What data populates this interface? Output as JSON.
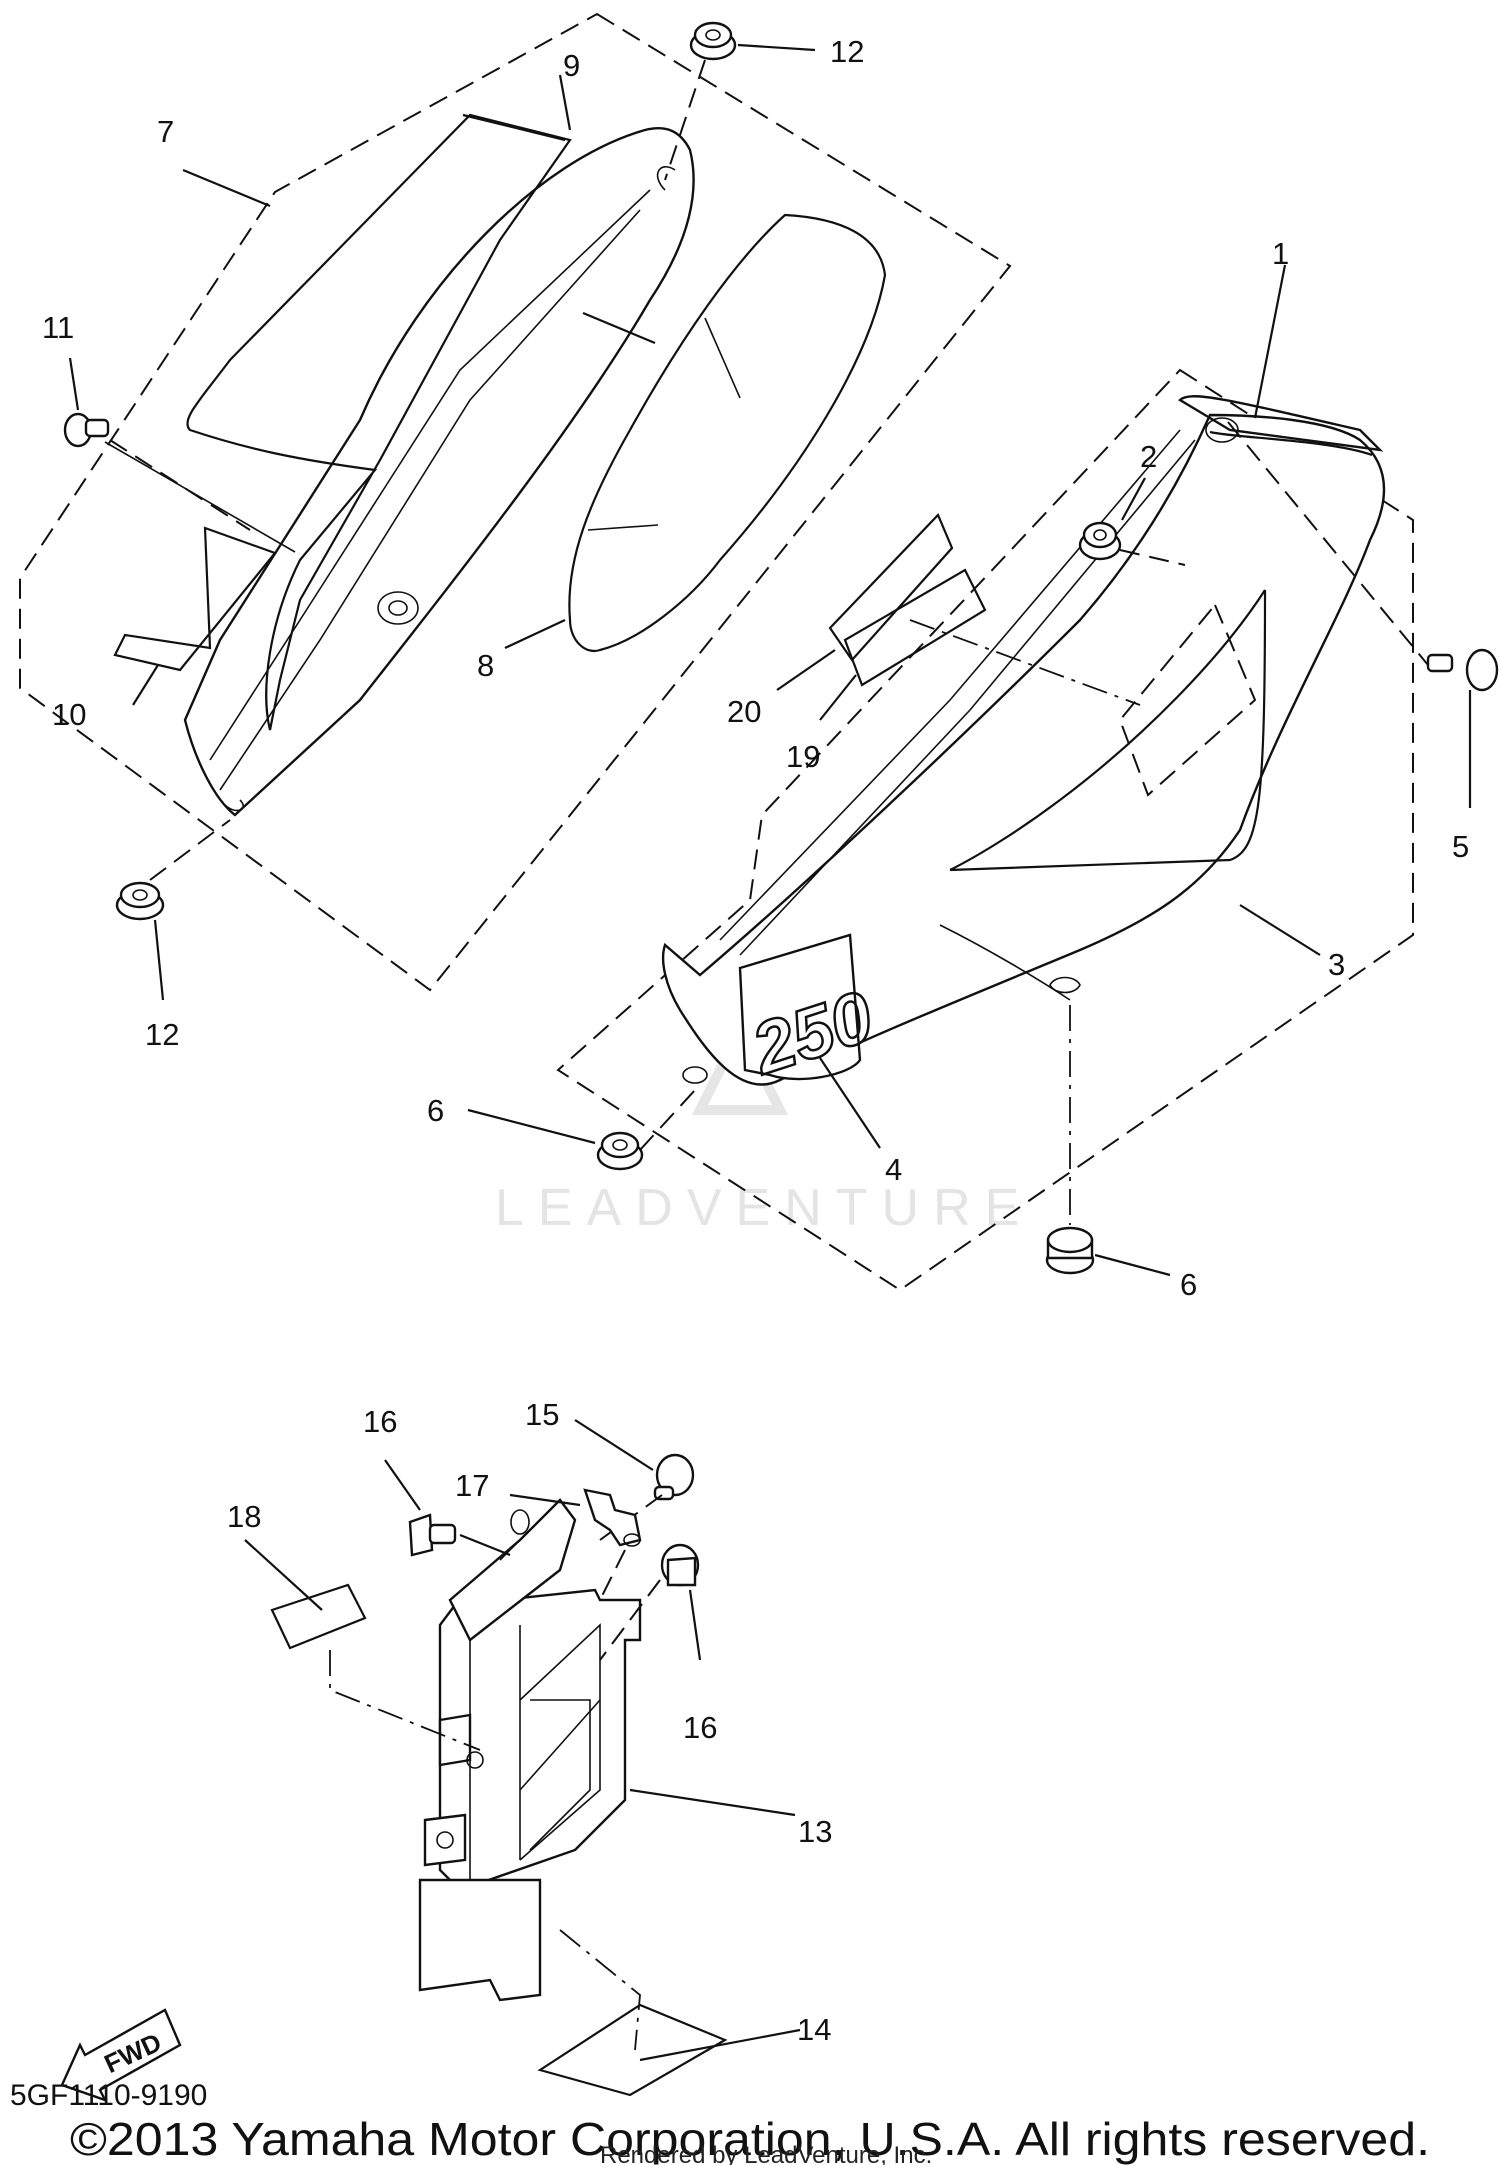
{
  "callouts": {
    "c1": "1",
    "c2": "2",
    "c3": "3",
    "c4": "4",
    "c5": "5",
    "c6a": "6",
    "c6b": "6",
    "c7": "7",
    "c8": "8",
    "c9": "9",
    "c10": "10",
    "c11": "11",
    "c12a": "12",
    "c12b": "12",
    "c13": "13",
    "c14": "14",
    "c15": "15",
    "c16a": "16",
    "c16b": "16",
    "c17": "17",
    "c18": "18",
    "c19": "19",
    "c20": "20"
  },
  "badge_text": "250",
  "fwd_label": "FWD",
  "watermark": "LEADVENTURE",
  "diagram_code": "5GF1110-9190",
  "copyright": "©2013 Yamaha Motor Corporation, U.S.A. All rights reserved.",
  "rendered_by": "Rendered by LeadVenture, Inc."
}
